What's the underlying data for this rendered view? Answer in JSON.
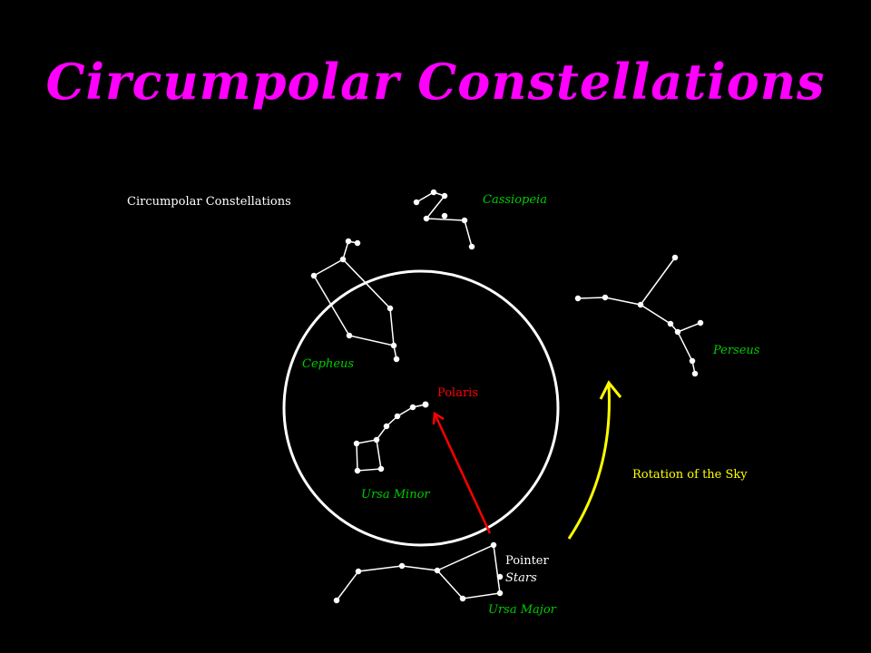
{
  "title": "Circumpolar Constellations",
  "diagram": {
    "caption": "Circumpolar Constellations",
    "labels": {
      "cassiopeia": "Cassiopeia",
      "perseus": "Perseus",
      "cepheus": "Cepheus",
      "polaris": "Polaris",
      "ursa_minor": "Ursa Minor",
      "rotation": "Rotation of the Sky",
      "pointer_line1": "Pointer",
      "pointer_line2": "Stars",
      "ursa_major": "Ursa Major"
    },
    "colors": {
      "background": "#000000",
      "title": "#ff00ff",
      "constellation_label": "#00cc00",
      "polaris": "#ff0000",
      "arrow_polaris": "#ff0000",
      "arrow_rotation": "#ffff00",
      "lines": "#ffffff"
    }
  }
}
